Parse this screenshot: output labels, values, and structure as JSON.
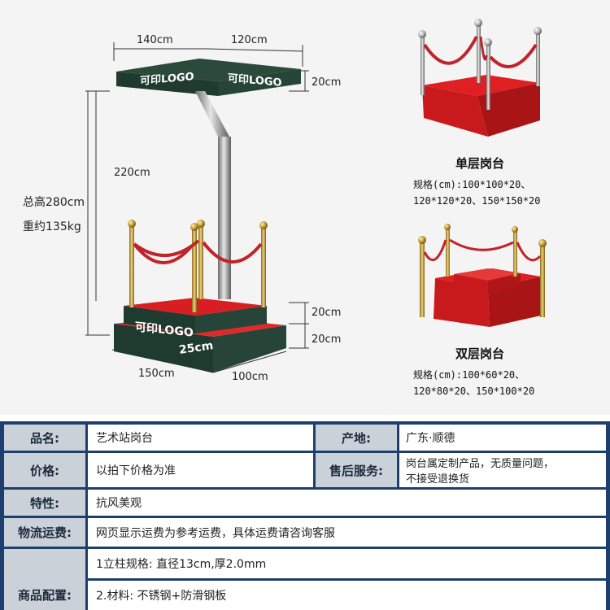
{
  "dimensions": {
    "top_width_a": "140cm",
    "top_width_b": "120cm",
    "top_height": "20cm",
    "pole_height": "220cm",
    "total_height": "总高280cm",
    "weight": "重约135kg",
    "step_height_a": "20cm",
    "step_height_b": "20cm",
    "step_depth": "25cm",
    "base_width_a": "150cm",
    "base_width_b": "100cm"
  },
  "logos": {
    "top_left": "可印LOGO",
    "top_right": "可印LOGO",
    "base": "可印LOGO"
  },
  "single_stage": {
    "title": "单层岗台",
    "spec_line1": "规格(cm):100*100*20、",
    "spec_line2": "120*120*20、150*150*20"
  },
  "double_stage": {
    "title": "双层岗台",
    "spec_line1": "规格(cm):100*60*20、",
    "spec_line2": "120*80*20、150*100*20"
  },
  "table": {
    "name_label": "品名:",
    "name_value": "艺术站岗台",
    "origin_label": "产地:",
    "origin_value": "广东·顺德",
    "price_label": "价格:",
    "price_value": "以拍下价格为准",
    "aftersale_label": "售后服务:",
    "aftersale_line1": "岗台属定制产品，无质量问题，",
    "aftersale_line2": "不接受退换货",
    "feature_label": "特性:",
    "feature_value": "抗风美观",
    "logistics_label": "物流运费:",
    "logistics_value": "网页显示运费为参考运费，具体运费请咨询客服",
    "config_label": "商品配置:",
    "config_line1": "1立柱规格: 直径13cm,厚2.0mm",
    "config_line2": "2.材料: 不锈钢+防滑钢板"
  },
  "colors": {
    "stage_red": "#d81e22",
    "panel_dark": "#1f3a2e",
    "gold": "#c9a23a",
    "table_blue": "#1d3f6e",
    "label_grey": "#cbd1d8"
  }
}
